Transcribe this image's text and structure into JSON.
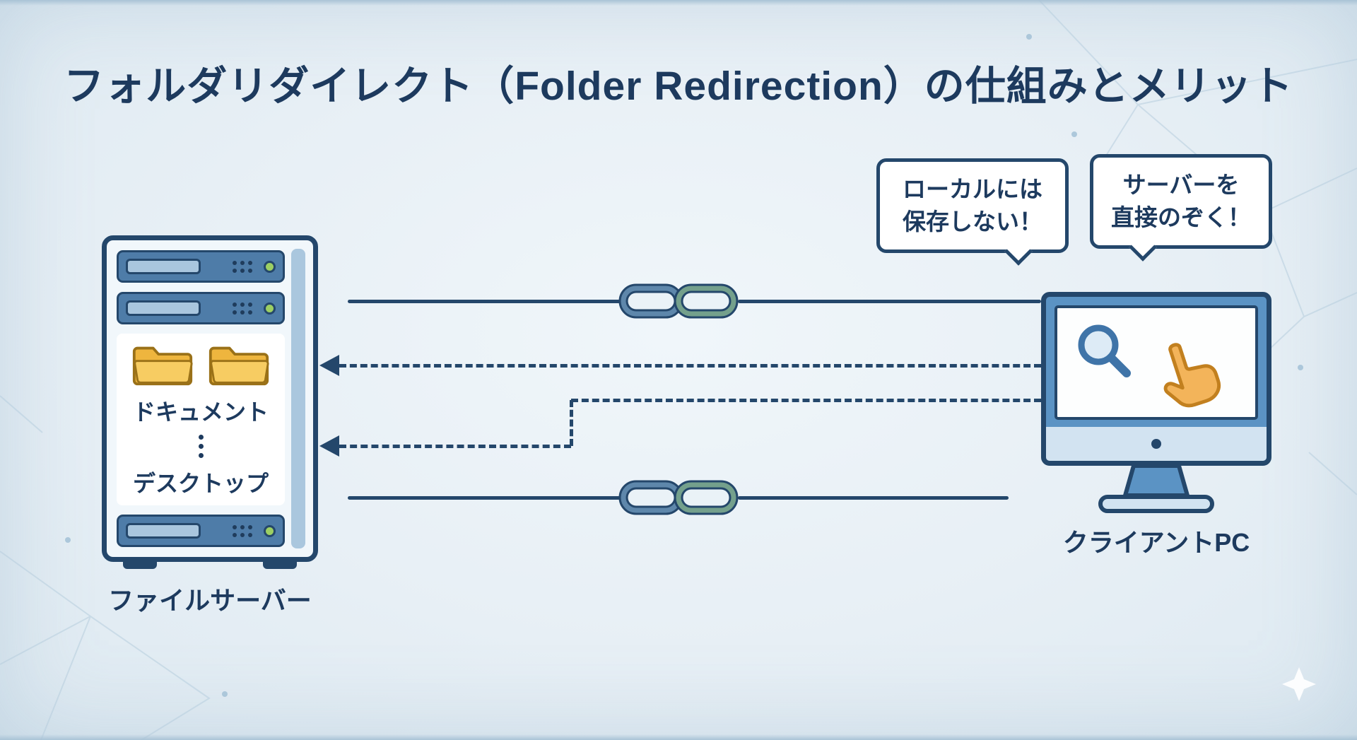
{
  "title": "フォルダリダイレクト（Folder Redirection）の仕組みとメリット",
  "file_server": {
    "label": "ファイルサーバー",
    "folder_documents": "ドキュメント",
    "folder_desktop": "デスクトップ"
  },
  "client_pc": {
    "label": "クライアントPC"
  },
  "speech_bubbles": {
    "no_local_save": {
      "line1": "ローカルには",
      "line2": "保存しない！"
    },
    "direct_view": {
      "line1": "サーバーを",
      "line2": "直接のぞく！"
    }
  },
  "icons": {
    "chain_link": "chain-link-icon",
    "magnifier": "magnifier-icon",
    "hand_cursor": "hand-cursor-icon",
    "folder": "folder-icon"
  },
  "colors": {
    "outline_navy": "#24476b",
    "text_navy": "#1d3a5e",
    "monitor_blue": "#5b93c4",
    "bay_blue": "#4e7ca8",
    "folder_yellow": "#f5c245",
    "led_green": "#9ccf63",
    "link_blue": "#5e87ab",
    "link_green": "#74a08c",
    "background": "#e7eff5"
  }
}
